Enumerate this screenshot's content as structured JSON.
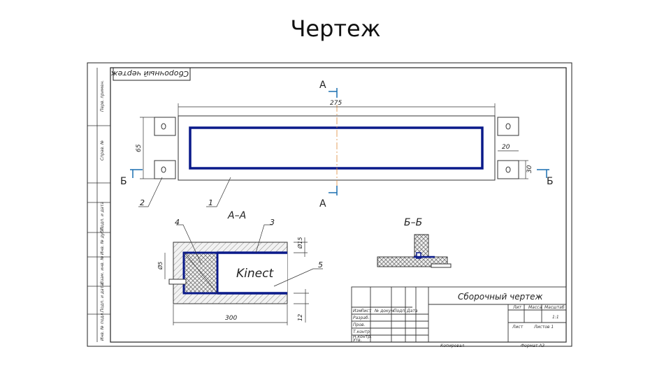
{
  "slide": {
    "title": "Чертеж"
  },
  "drawing": {
    "stamp_top": "Сборочный чертеж",
    "section_aa": "А–А",
    "section_bb": "Б–Б",
    "cut_a": "А",
    "cut_b": "Б",
    "dims": {
      "overall_length": "275",
      "height_left": "65",
      "lug_width": "20",
      "lug_height": "30",
      "section_length": "300",
      "section_height": "Ø5",
      "section_wall": "Ø15",
      "section_gap": "12"
    },
    "leaders": [
      "1",
      "2",
      "3",
      "4",
      "5"
    ],
    "device_label": "Kinect",
    "title_block": {
      "title": "Сборочный чертеж",
      "col_headers": [
        "Лит",
        "Масса",
        "Масштаб"
      ],
      "scale": "1:1",
      "sheet": "Лист",
      "sheets": "Листов 1",
      "copied": "Копировал",
      "format": "Формат А3",
      "rows": [
        "Изм",
        "Лист",
        "№ докум.",
        "Подп.",
        "Дата",
        "Разраб.",
        "Пров.",
        "Т.контр.",
        "Н.контр.",
        "Утв."
      ]
    },
    "left_strip": [
      "Перв. примен.",
      "Справ. №",
      "Подп. и дата",
      "Инв. № дубл.",
      "Взам. инв. №",
      "Подп. и дата",
      "Инв. № подл."
    ]
  }
}
